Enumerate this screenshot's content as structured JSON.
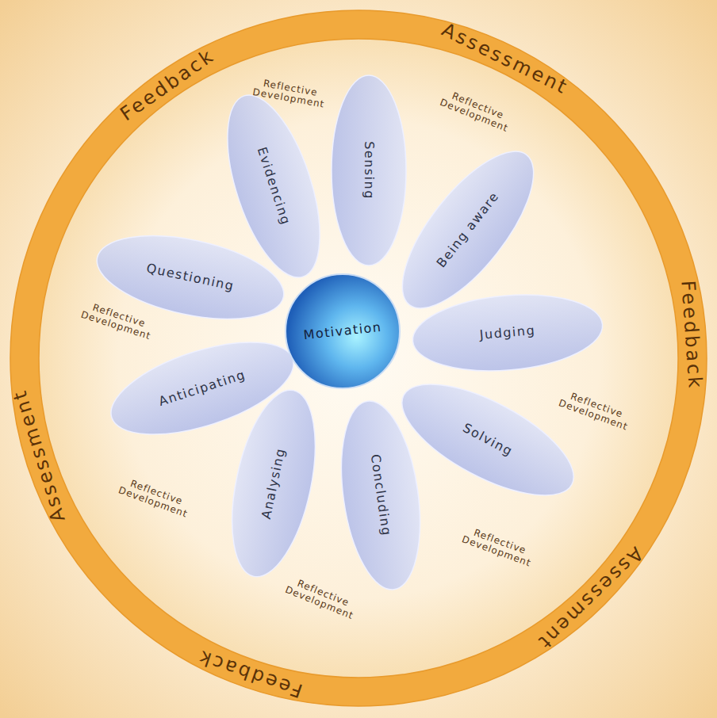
{
  "diagram": {
    "nodes": [
      {
        "text": [
          "Feedback",
          "Assessment",
          "Feedback",
          "Assessment",
          "Feedback",
          "Assessment"
        ]
      },
      {
        "text": [
          "Sensing"
        ]
      },
      {
        "text": [
          "Being aware"
        ]
      },
      {
        "text": [
          "Judging"
        ]
      },
      {
        "text": [
          "Solving"
        ]
      },
      {
        "text": [
          "Concluding"
        ]
      },
      {
        "text": [
          "Analysing"
        ]
      },
      {
        "text": [
          "Anticipating"
        ]
      },
      {
        "text": [
          "Questioning"
        ]
      },
      {
        "text": [
          "Evidencing"
        ]
      },
      {
        "text": [
          "Motivation"
        ]
      }
    ],
    "labels": [
      "Reflective Development",
      "Reflective Development",
      "Reflective Development",
      "Reflective Development",
      "Reflective Development",
      "Reflective Development",
      "Reflective Development"
    ]
  }
}
